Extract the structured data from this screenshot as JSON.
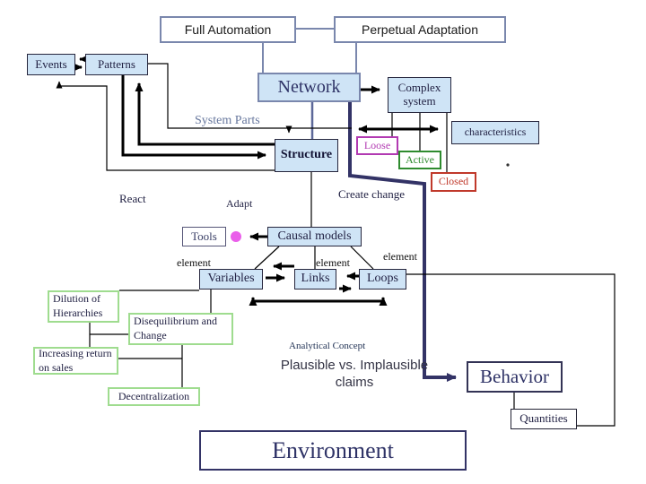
{
  "slide": {
    "nodes": {
      "full_automation": "Full Automation",
      "perpetual_adaptation": "Perpetual Adaptation",
      "events": "Events",
      "patterns": "Patterns",
      "network": "Network",
      "complex_system": "Complex system",
      "characteristics": "characteristics",
      "structure": "Structure",
      "loose": "Loose",
      "active": "Active",
      "closed": "Closed",
      "tools": "Tools",
      "causal_models": "Causal models",
      "variables": "Variables",
      "links": "Links",
      "loops": "Loops",
      "dilution_of_hierarchies": "Dilution of Hierarchies",
      "disequilibrium_and_change": "Disequilibrium and Change",
      "increasing_return_on_sales": "Increasing return on sales",
      "decentralization": "Decentralization",
      "behavior": "Behavior",
      "quantities": "Quantities",
      "environment": "Environment"
    },
    "labels": {
      "system_parts": "System Parts",
      "react": "React",
      "adapt": "Adapt",
      "create_change": "Create change",
      "element_variables": "element",
      "element_links": "element",
      "element_loops": "element",
      "analytical_concept": "Analytical Concept",
      "plausible_claims": "Plausible vs. Implausible claims",
      "stray_dot": "."
    },
    "colors": {
      "node_fill_blue": "#cfe4f6",
      "frame_border_blue": "#7a87ad",
      "thick_line_navy": "#333366",
      "loose_pink": "#b23ab2",
      "active_green": "#2e8b2e",
      "closed_red": "#c0392b",
      "green_box_border": "#9fdc8f",
      "connector_dot_pink": "#ea5fea",
      "line_black": "#000000"
    }
  }
}
